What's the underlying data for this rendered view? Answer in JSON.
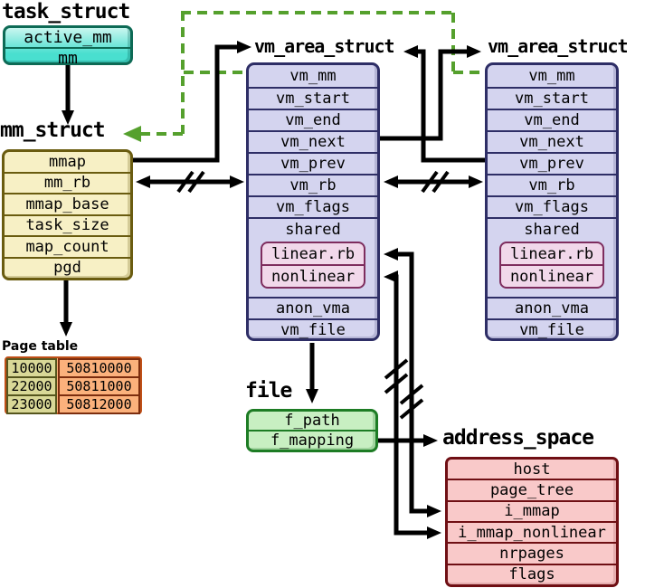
{
  "palette": {
    "canvas-bg": "#ffffff",
    "text": "#000000",
    "line": "#000000",
    "dash-green": "#55a02d",
    "task-fill": "#49dfcf",
    "task-fill-light": "#c9f6ef",
    "task-border": "#0d6a55",
    "mm-fill": "#f7f0c5",
    "mm-border": "#6a5c10",
    "vma-fill": "#d4d4ef",
    "vma-border": "#2e2e66",
    "shared-fill": "#f1d8ea",
    "shared-border": "#7e2d5e",
    "file-fill": "#c8efc2",
    "file-border": "#1d7c24",
    "addr-fill": "#f9c9c9",
    "addr-border": "#6f0f14",
    "ptable-outer-border": "#c05018",
    "ptable-vaddr-fill": "#d9d897",
    "ptable-vaddr-border": "#55551d",
    "ptable-paddr-fill": "#fbb17c",
    "ptable-paddr-border": "#7c2d0e"
  },
  "task_struct": {
    "title": "task_struct",
    "fields": [
      "active_mm",
      "mm"
    ]
  },
  "mm_struct": {
    "title": "mm_struct",
    "fields": [
      "mmap",
      "mm_rb",
      "mmap_base",
      "task_size",
      "map_count",
      "pgd"
    ]
  },
  "vma1": {
    "title": "vm_area_struct",
    "fields_top": [
      "vm_mm",
      "vm_start",
      "vm_end",
      "vm_next",
      "vm_prev",
      "vm_rb",
      "vm_flags"
    ],
    "shared_label": "shared",
    "shared_fields": [
      "linear.rb",
      "nonlinear"
    ],
    "fields_bottom": [
      "anon_vma",
      "vm_file"
    ]
  },
  "vma2": {
    "title": "vm_area_struct",
    "fields_top": [
      "vm_mm",
      "vm_start",
      "vm_end",
      "vm_next",
      "vm_prev",
      "vm_rb",
      "vm_flags"
    ],
    "shared_label": "shared",
    "shared_fields": [
      "linear.rb",
      "nonlinear"
    ],
    "fields_bottom": [
      "anon_vma",
      "vm_file"
    ]
  },
  "file": {
    "title": "file",
    "fields": [
      "f_path",
      "f_mapping"
    ]
  },
  "address_space": {
    "title": "address_space",
    "fields": [
      "host",
      "page_tree",
      "i_mmap",
      "i_mmap_nonlinear",
      "nrpages",
      "flags"
    ]
  },
  "page_table": {
    "title": "Page table",
    "rows": [
      {
        "virtual": "10000",
        "physical": "50810000"
      },
      {
        "virtual": "22000",
        "physical": "50811000"
      },
      {
        "virtual": "23000",
        "physical": "50812000"
      }
    ]
  }
}
